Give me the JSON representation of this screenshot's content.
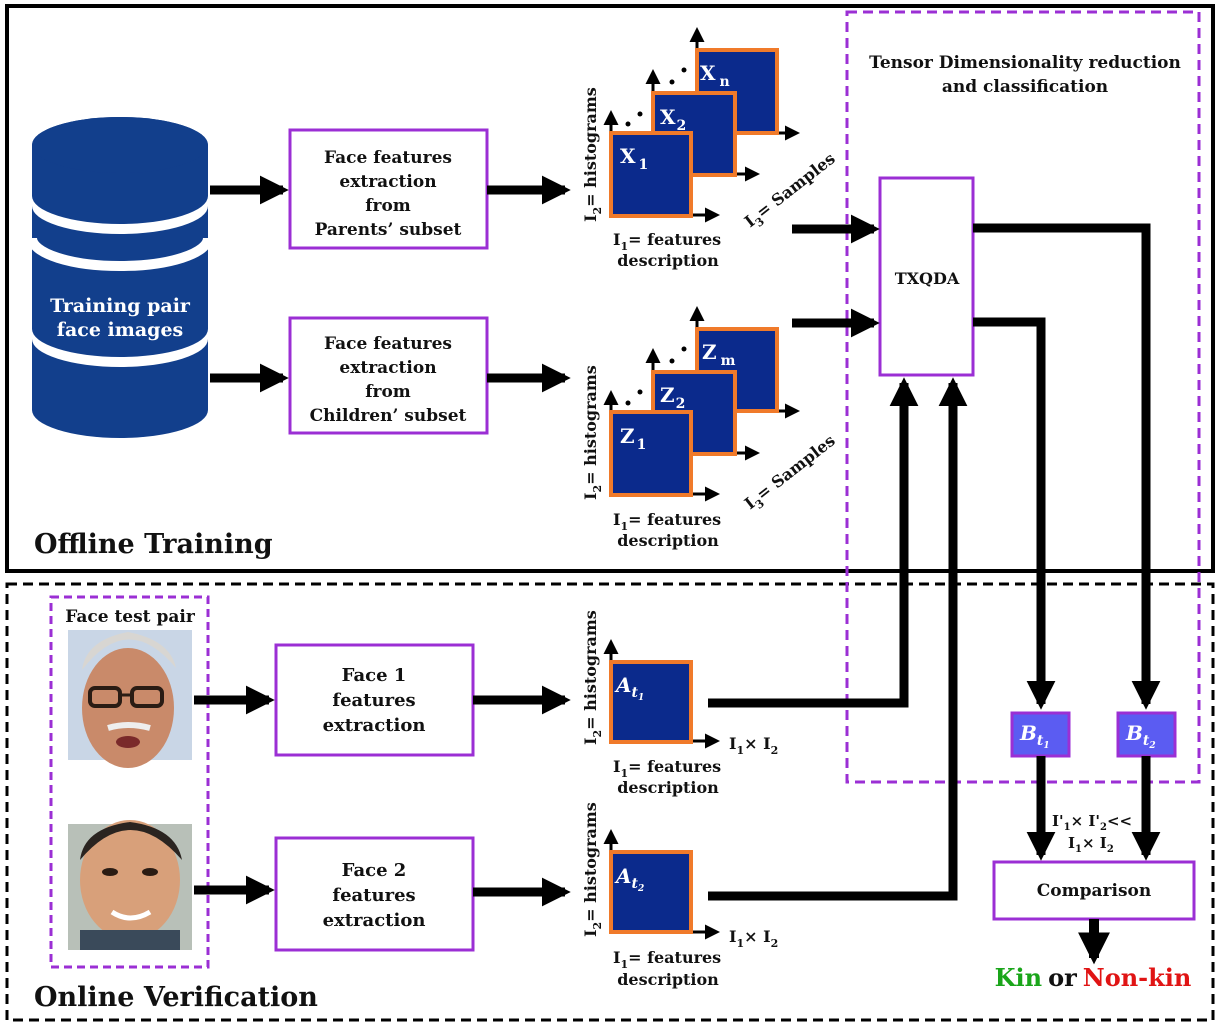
{
  "sections": {
    "offline_title": "Offline Training",
    "online_title": "Online Verification",
    "tensor_title_1": "Tensor Dimensionality reduction",
    "tensor_title_2": "and classification"
  },
  "database": {
    "label_1": "Training pair",
    "label_2": "face images"
  },
  "boxes": {
    "parents": [
      "Face features",
      "extraction",
      "from",
      "Parents’ subset"
    ],
    "children": [
      "Face features",
      "extraction",
      "from",
      "Children’ subset"
    ],
    "face1": [
      "Face 1",
      "features",
      "extraction"
    ],
    "face2": [
      "Face 2",
      "features",
      "extraction"
    ],
    "txqda": "TXQDA",
    "comparison": "Comparison"
  },
  "tensors": {
    "x": {
      "base": "X",
      "subs": [
        "1",
        "2",
        "n"
      ]
    },
    "z": {
      "base": "Z",
      "subs": [
        "1",
        "2",
        "m"
      ]
    },
    "a1": {
      "base": "A",
      "sub": "t",
      "subsub": "1"
    },
    "a2": {
      "base": "A",
      "sub": "t",
      "subsub": "2"
    }
  },
  "axes": {
    "i2": "I",
    "i2_sub": "2",
    "i2_rest": "= histograms",
    "i1": "I",
    "i1_sub": "1",
    "i1_rest": "= features",
    "i1_line2": "description",
    "i3": "I",
    "i3_sub": "3",
    "i3_rest": "= Samples",
    "i1xi2": "I",
    "i1xi2_mid": "× I",
    "i1xi2_s1": "1",
    "i1xi2_s2": "2"
  },
  "projected": {
    "base": "B",
    "sub": "t",
    "subs": [
      "1",
      "2"
    ],
    "cmp_line1": "I'",
    "cmp_line1_mid": "× I'",
    "cmp_line1_end": "<<",
    "cmp_line2": "I",
    "cmp_line2_mid": "× I"
  },
  "test_pair": {
    "label": "Face test pair"
  },
  "result": {
    "kin": "Kin",
    "or": "or",
    "nonkin": "Non-kin"
  },
  "colors": {
    "purple": "#9b2fd4",
    "navy": "#0b2a8c",
    "orange": "#f07a2a",
    "db_blue": "#123f8c",
    "b_fill": "#5b5cf2",
    "kin": "#1aa51a",
    "nonkin": "#e01414"
  }
}
